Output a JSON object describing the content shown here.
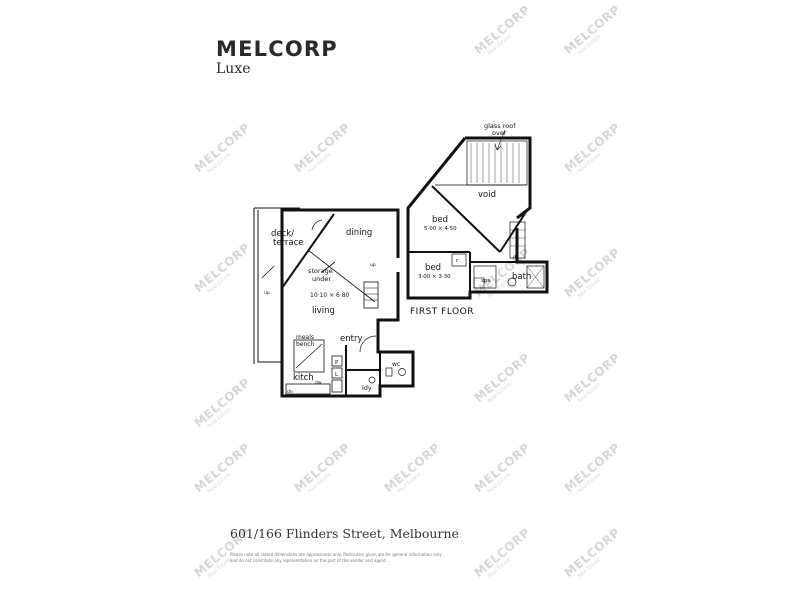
{
  "brand": {
    "name": "MELCORP",
    "sub": "Luxe"
  },
  "address": "601/166 Flinders Street, Melbourne",
  "disclaimer": "Please note all stated dimensions are approximate only. Particulars given are for general information only and do not constitute any representation on the part of the vendor and agent.",
  "watermark": {
    "name": "MELCORP",
    "sub": "Real Estate"
  },
  "plan": {
    "ground": {
      "deck": "deck/",
      "terrace": "terrace",
      "dining": "dining",
      "storage_1": "storage",
      "storage_2": "under",
      "living_dims": "10·10 × 6·80",
      "living": "living",
      "meals_1": "meals",
      "meals_2": "bench",
      "entry": "entry",
      "kitchen": "kitch",
      "laundry": "ldy",
      "wc": "wc",
      "up": "up",
      "up_2": "up",
      "dn": "dn",
      "dw": "dw",
      "p": "P",
      "l": "L"
    },
    "first": {
      "label": "FIRST FLOOR",
      "glass_1": "glass roof",
      "glass_2": "over",
      "void": "void",
      "bed1": "bed",
      "bed1_dims": "5·00 × 4·50",
      "bed2": "bed",
      "bed2_dims": "3·00 × 3·30",
      "spa": "spa",
      "bath": "bath",
      "dn": "dn",
      "robe": "r"
    }
  }
}
